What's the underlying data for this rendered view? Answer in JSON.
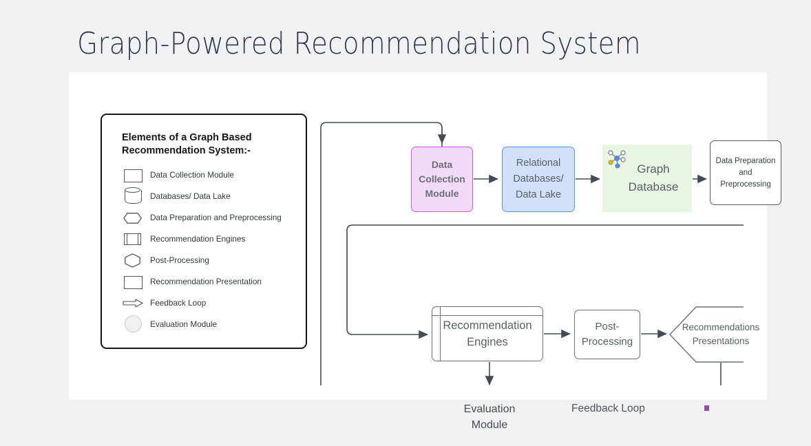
{
  "slide": {
    "title": "Graph-Powered Recommendation System",
    "background_color": "#f1f1f1",
    "canvas_color": "#ffffff"
  },
  "legend": {
    "title": "Elements of a Graph Based Recommendation System:-",
    "items": [
      {
        "icon": "rectangle-icon",
        "label": "Data Collection Module"
      },
      {
        "icon": "cylinder-icon",
        "label": "Databases/ Data Lake"
      },
      {
        "icon": "hexagon-wide-icon",
        "label": "Data Preparation and Preprocessing"
      },
      {
        "icon": "process-box-icon",
        "label": "Recommendation Engines"
      },
      {
        "icon": "hexagon-tall-icon",
        "label": "Post-Processing"
      },
      {
        "icon": "rectangle-icon",
        "label": "Recommendation Presentation"
      },
      {
        "icon": "arrow-right-icon",
        "label": "Feedback Loop"
      },
      {
        "icon": "circle-filled-icon",
        "label": "Evaluation Module"
      }
    ]
  },
  "diagram": {
    "nodes": {
      "data_collection": {
        "lines": [
          "Data",
          "Collection",
          "Module"
        ],
        "fill": "#f2d9f7",
        "stroke": "#c55fd8"
      },
      "relational_db": {
        "lines": [
          "Relational",
          "Databases/",
          "Data Lake"
        ],
        "fill": "#cfe0f8",
        "stroke": "#5b93d6"
      },
      "graph_database": {
        "lines": [
          "Graph",
          "Database"
        ],
        "fill": "#e7f5e2",
        "stroke": "none",
        "icon": "graph-nodes-icon"
      },
      "data_preparation": {
        "lines": [
          "Data Preparation",
          "and",
          "Preprocessing"
        ],
        "fill": "#ffffff",
        "stroke": "#555b63"
      },
      "recommendation_engines": {
        "lines": [
          "Recommendation",
          "Engines"
        ],
        "fill": "#ffffff",
        "stroke": "#6a7079"
      },
      "post_processing": {
        "lines": [
          "Post-",
          "Processing"
        ],
        "fill": "#ffffff",
        "stroke": "#6a7079"
      },
      "recommendations_presentations": {
        "lines": [
          "Recommendations",
          "Presentations"
        ],
        "fill": "#ffffff",
        "stroke": "#6a7079"
      },
      "evaluation_module": {
        "lines": [
          "Evaluation",
          "Module"
        ],
        "fill": "#ffffff",
        "stroke": "#6a7079"
      }
    },
    "edge_label_feedback_loop": "Feedback Loop"
  },
  "marker": {
    "color": "#9b45bc"
  }
}
